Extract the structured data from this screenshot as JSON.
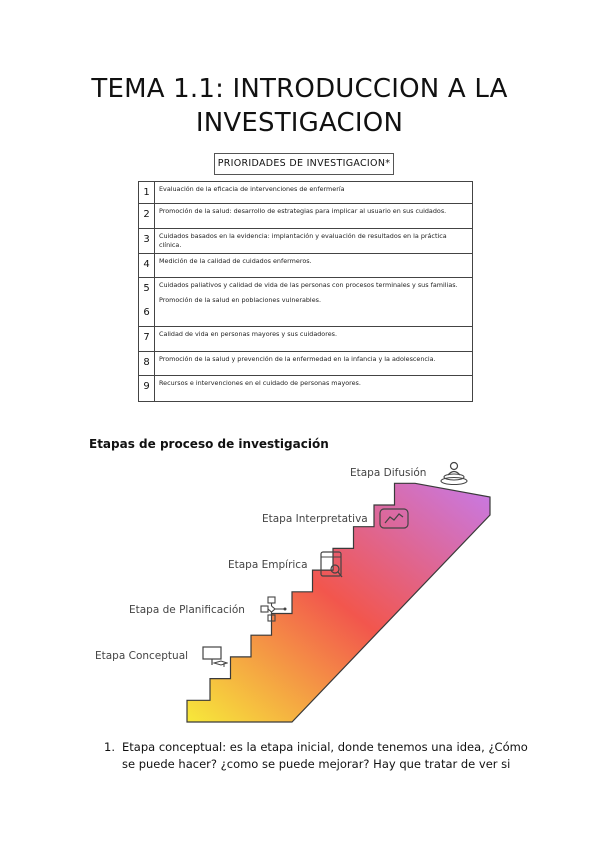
{
  "document": {
    "title": "TEMA 1.1: INTRODUCCION A LA INVESTIGACION"
  },
  "priorities": {
    "caption": "PRIORIDADES DE INVESTIGACION*",
    "rows": [
      {
        "n": "1",
        "text": "Evaluación de la eficacia de intervenciones de enfermería"
      },
      {
        "n": "2",
        "text": "Promoción de la salud: desarrollo de estrategias para implicar al usuario en sus cuidados."
      },
      {
        "n": "3",
        "text": "Cuidados basados en la evidencia: implantación y evaluación de resultados en la práctica clínica."
      },
      {
        "n": "4",
        "text": "Medición de la calidad de cuidados enfermeros."
      },
      {
        "n": "5",
        "text": "Cuidados paliativos y calidad de vida de las personas con procesos terminales y sus familias."
      },
      {
        "n": "6",
        "text": "Promoción de la salud en poblaciones vulnerables."
      },
      {
        "n": "7",
        "text": "Calidad de vida en personas mayores y sus cuidadores."
      },
      {
        "n": "8",
        "text": "Promoción de la salud y prevención de la enfermedad en la infancia y la adolescencia."
      },
      {
        "n": "9",
        "text": "Recursos e intervenciones en el cuidado de personas mayores."
      }
    ]
  },
  "stages": {
    "heading": "Etapas de proceso de investigación",
    "labels": {
      "conceptual": "Etapa Conceptual",
      "planificacion": "Etapa de Planificación",
      "empirica": "Etapa Empírica",
      "interpretativa": "Etapa Interpretativa",
      "difusion": "Etapa Difusión"
    },
    "icons": {
      "conceptual": "presentation-icon",
      "planificacion": "flowchart-icon",
      "empirica": "document-search-icon",
      "interpretativa": "line-chart-icon",
      "difusion": "person-broadcast-icon"
    },
    "gradient": {
      "start": "#f7e93a",
      "mid": "#f2564d",
      "end": "#c77ae8"
    }
  },
  "list": {
    "items": [
      {
        "n": "1.",
        "text": "Etapa conceptual: es la etapa inicial, donde tenemos una idea, ¿Cómo se puede hacer? ¿como se puede mejorar? Hay que tratar de ver si"
      }
    ]
  }
}
